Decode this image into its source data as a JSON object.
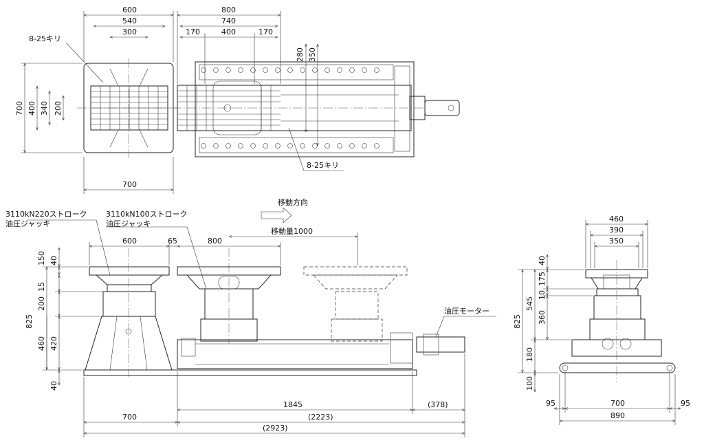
{
  "top_view": {
    "dims": {
      "w600": "600",
      "w540": "540",
      "w300": "300",
      "w800": "800",
      "w740": "740",
      "w170a": "170",
      "w400": "400",
      "w170b": "170",
      "h280": "280",
      "h350": "350",
      "h700": "700",
      "h400": "400",
      "h340": "340",
      "h200": "200",
      "bottom700": "700"
    },
    "hole_note_left": "8-25キリ",
    "hole_note_right": "8-25キリ"
  },
  "front_view": {
    "jack_left_label_1": "3110kN220ストローク",
    "jack_left_label_2": "油圧ジャッキ",
    "jack_right_label_1": "3110kN100ストローク",
    "jack_right_label_2": "油圧ジャッキ",
    "direction_label": "移動方向",
    "travel_label": "移動量1000",
    "motor_label": "油圧モーター",
    "dims": {
      "w600": "600",
      "w65": "65",
      "w800": "800",
      "v150": "150",
      "v40top": "40",
      "v15": "15",
      "v200": "200",
      "v825": "825",
      "v460": "460",
      "v420": "420",
      "v40bot": "40",
      "h1845": "1845",
      "h378": "(378)",
      "h700": "700",
      "h2223": "(2223)",
      "h2923": "(2923)"
    }
  },
  "side_view": {
    "dims": {
      "w460": "460",
      "w390": "390",
      "w350": "350",
      "v40": "40",
      "v175": "175",
      "v545": "545",
      "v10": "10",
      "v360": "360",
      "v825": "825",
      "v180": "180",
      "v100": "100",
      "h95a": "95",
      "h700": "700",
      "h95b": "95",
      "h890": "890"
    }
  }
}
